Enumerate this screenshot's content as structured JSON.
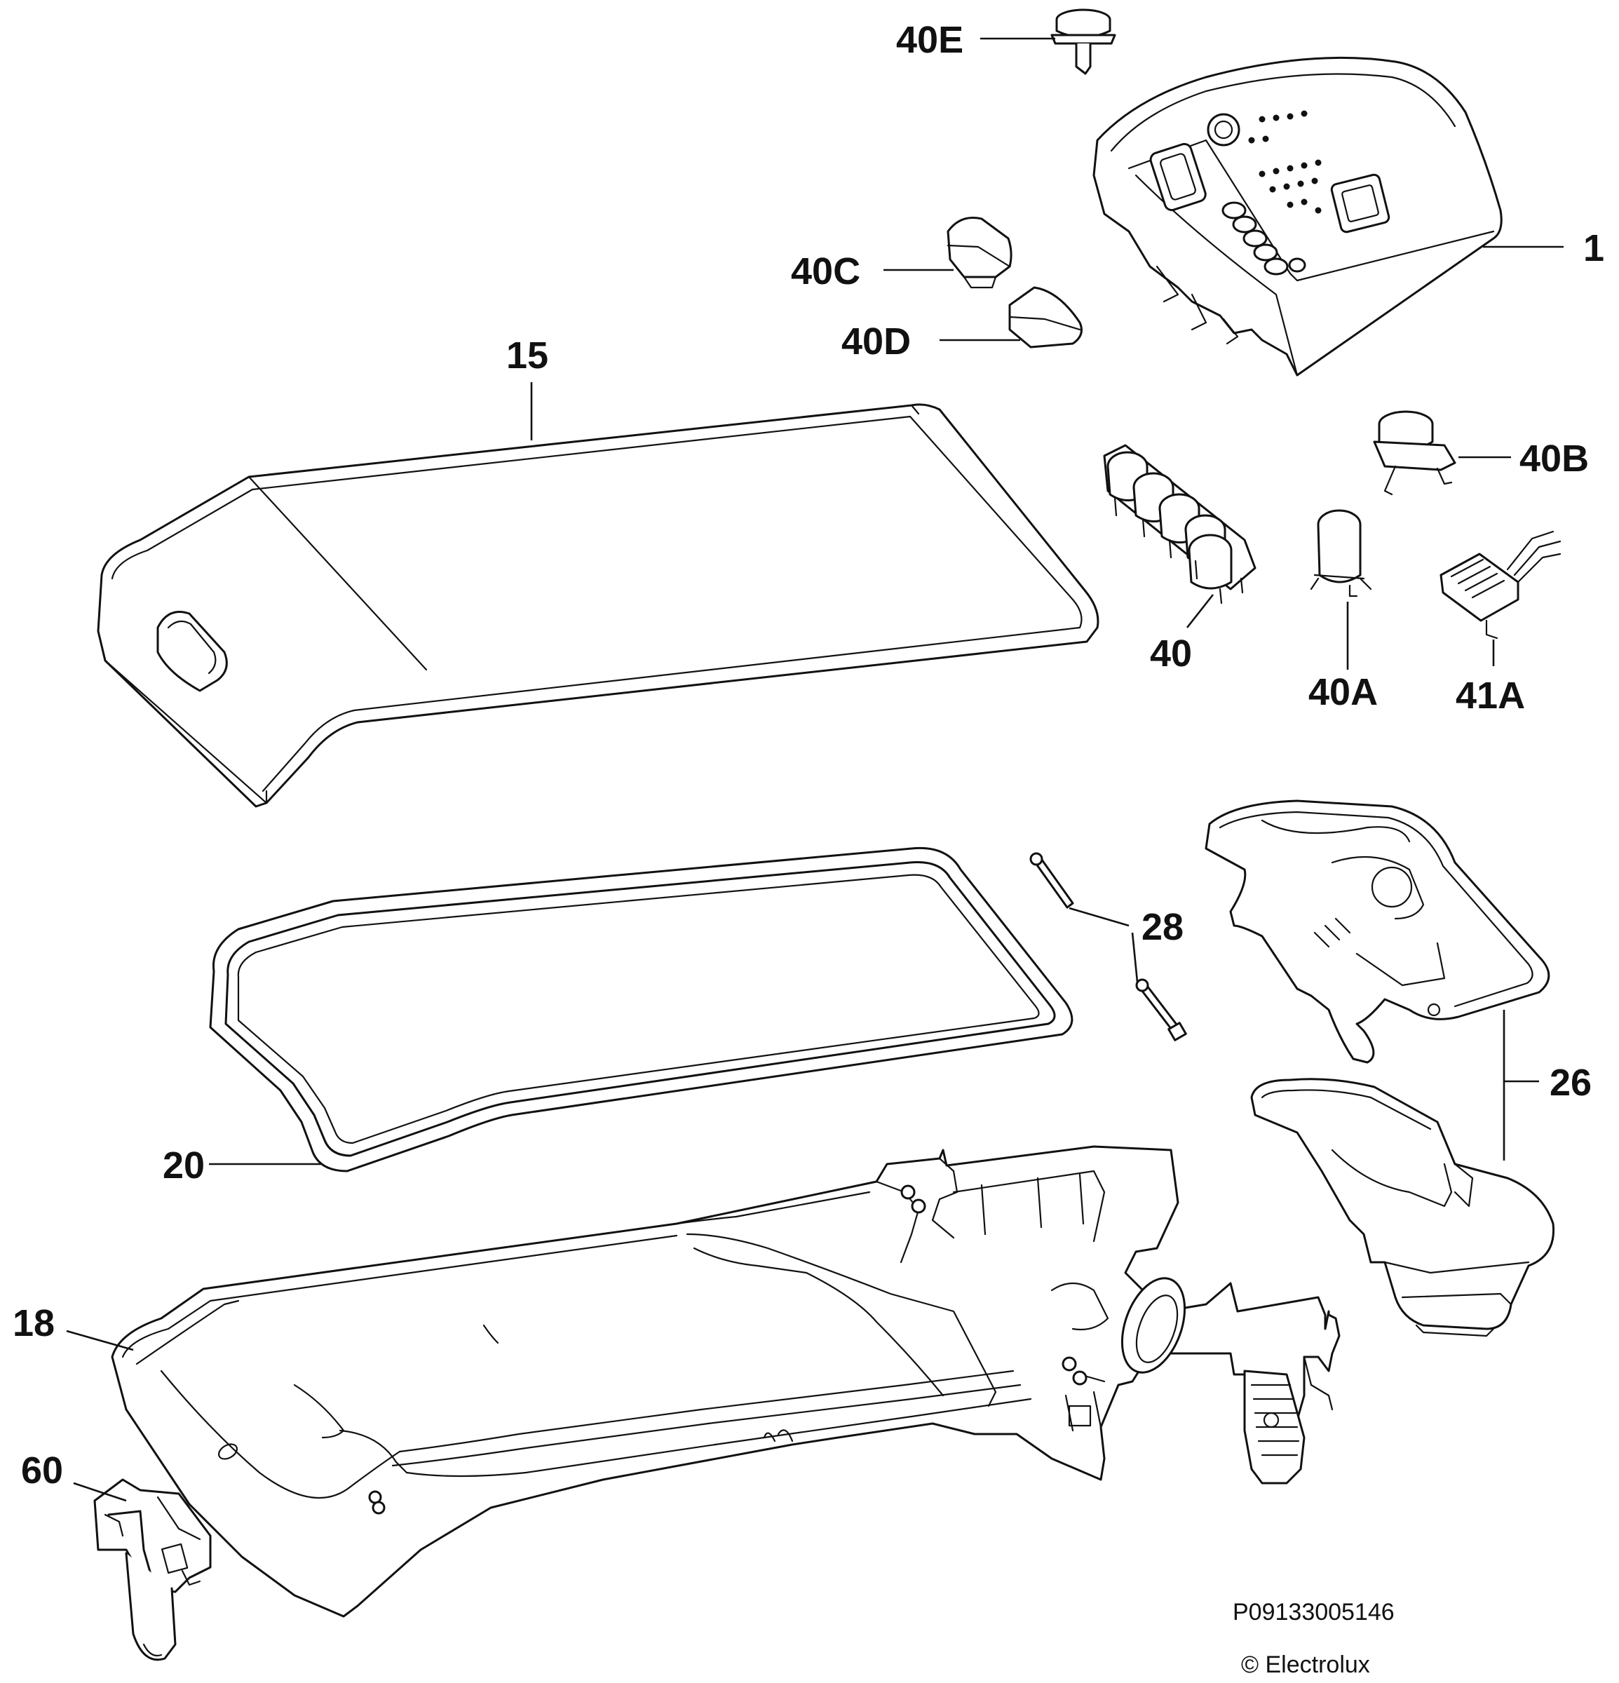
{
  "callouts": {
    "c40E": "40E",
    "c1": "1",
    "c40C": "40C",
    "c40D": "40D",
    "c15": "15",
    "c40B": "40B",
    "c40": "40",
    "c40A": "40A",
    "c41A": "41A",
    "c28": "28",
    "c26": "26",
    "c20": "20",
    "c18": "18",
    "c60": "60"
  },
  "footer": {
    "drawing_number": "P09133005146",
    "copyright": "© Electrolux"
  }
}
